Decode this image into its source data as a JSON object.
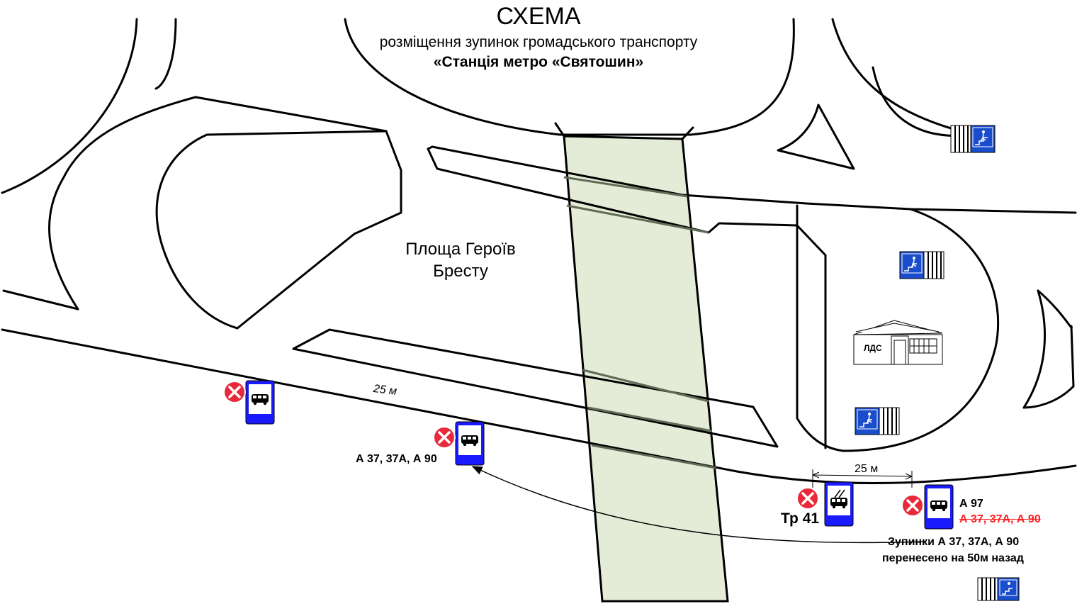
{
  "header": {
    "title": "СХЕМА",
    "subtitle": "розміщення зупинок громадського транспорту",
    "station": "«Станція метро «Святошин»"
  },
  "labels": {
    "square": "Площа Героїв Бресту",
    "distance_left": "25 м",
    "distance_right": "25 м",
    "building": "ЛДС"
  },
  "stops": {
    "middle_routes": "А 37, 37А, А 90",
    "trolley_route": "Тр 41",
    "right_route": "А  97",
    "right_old_routes": "А 37, 37А, А 90",
    "note_line1": "Зупинки  А 37, 37А, А 90",
    "note_line2": "перенесено на 50м назад"
  },
  "colors": {
    "sign_blue": "#1a1aff",
    "cancel_red": "#e8293a",
    "crossing_green": "#e4ebd6",
    "struck_red": "#ff1f1f"
  },
  "icons": {
    "stop_sign": "bus-stop-sign-icon",
    "trolley_sign": "trolleybus-stop-sign-icon",
    "cancel": "cancelled-stop-icon",
    "underpass": "pedestrian-underpass-icon",
    "building": "building-icon"
  }
}
